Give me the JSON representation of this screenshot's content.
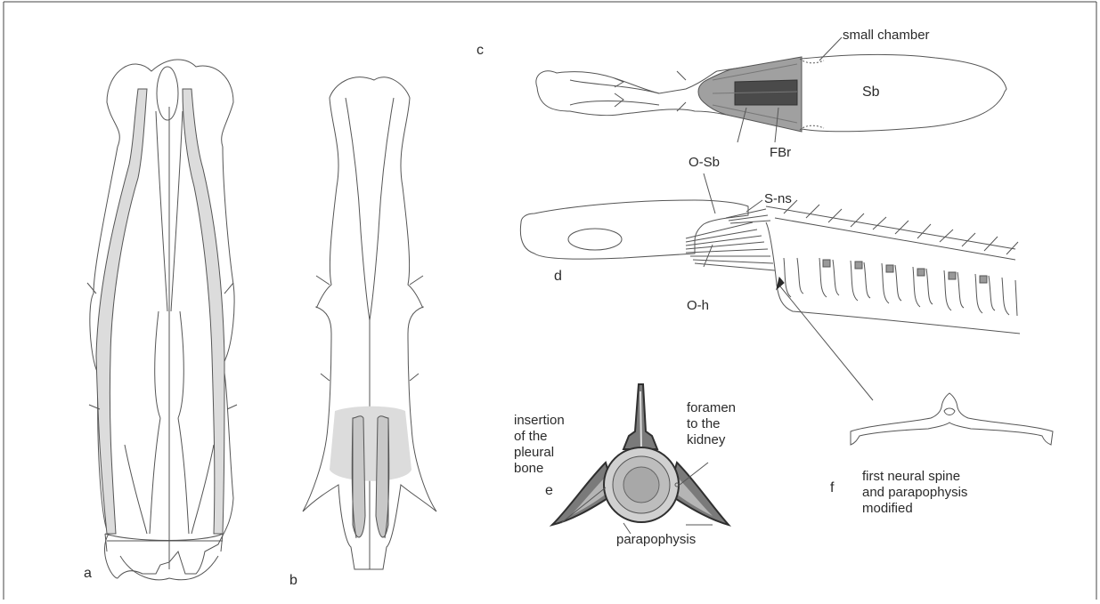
{
  "colors": {
    "line": "#555555",
    "stroke_dark": "#2f2f2f",
    "shade_light": "#dcdcdc",
    "shade_mid": "#b5b5b5",
    "shade_dark": "#7a7a7a",
    "shade_darkest": "#3d3d3d"
  },
  "panels": {
    "a": "a",
    "b": "b",
    "c": "c",
    "d": "d",
    "e": "e",
    "f": "f"
  },
  "labels": {
    "small_chamber": "small chamber",
    "sb": "Sb",
    "fbr": "FBr",
    "o_sb": "O-Sb",
    "s_ns": "S-ns",
    "o_h": "O-h",
    "insertion_line1": "insertion",
    "insertion_line2": "of the",
    "insertion_line3": "pleural",
    "insertion_line4": "bone",
    "foramen_line1": "foramen",
    "foramen_line2": "to the",
    "foramen_line3": "kidney",
    "parapophysis": "parapophysis",
    "first_line1": "first neural spine",
    "first_line2": "and parapophysis",
    "first_line3": "modified"
  }
}
